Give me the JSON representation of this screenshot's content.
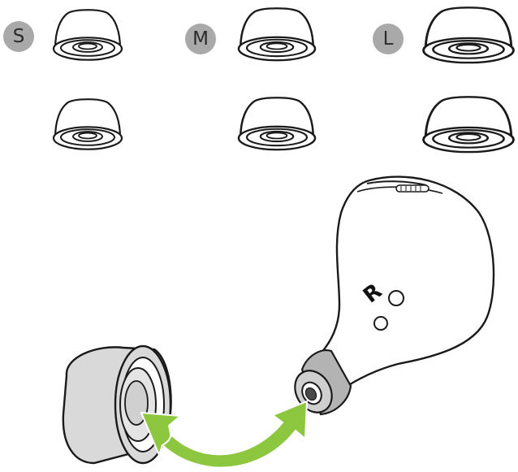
{
  "size_labels": {
    "small": "S",
    "medium": "M",
    "large": "L"
  },
  "earbud": {
    "side_label": "R"
  },
  "colors": {
    "outline": "#1a1a1a",
    "badge_fill": "#a9a9a9",
    "eartip_fill": "#d9d9d9",
    "nozzle_fill": "#b3b3b3",
    "arrow_fill": "#8dc63f",
    "background": "#ffffff"
  },
  "icons": [
    "ear-tip-small-icon",
    "ear-tip-medium-icon",
    "ear-tip-large-icon",
    "earbud-icon",
    "swap-arrow-icon"
  ]
}
